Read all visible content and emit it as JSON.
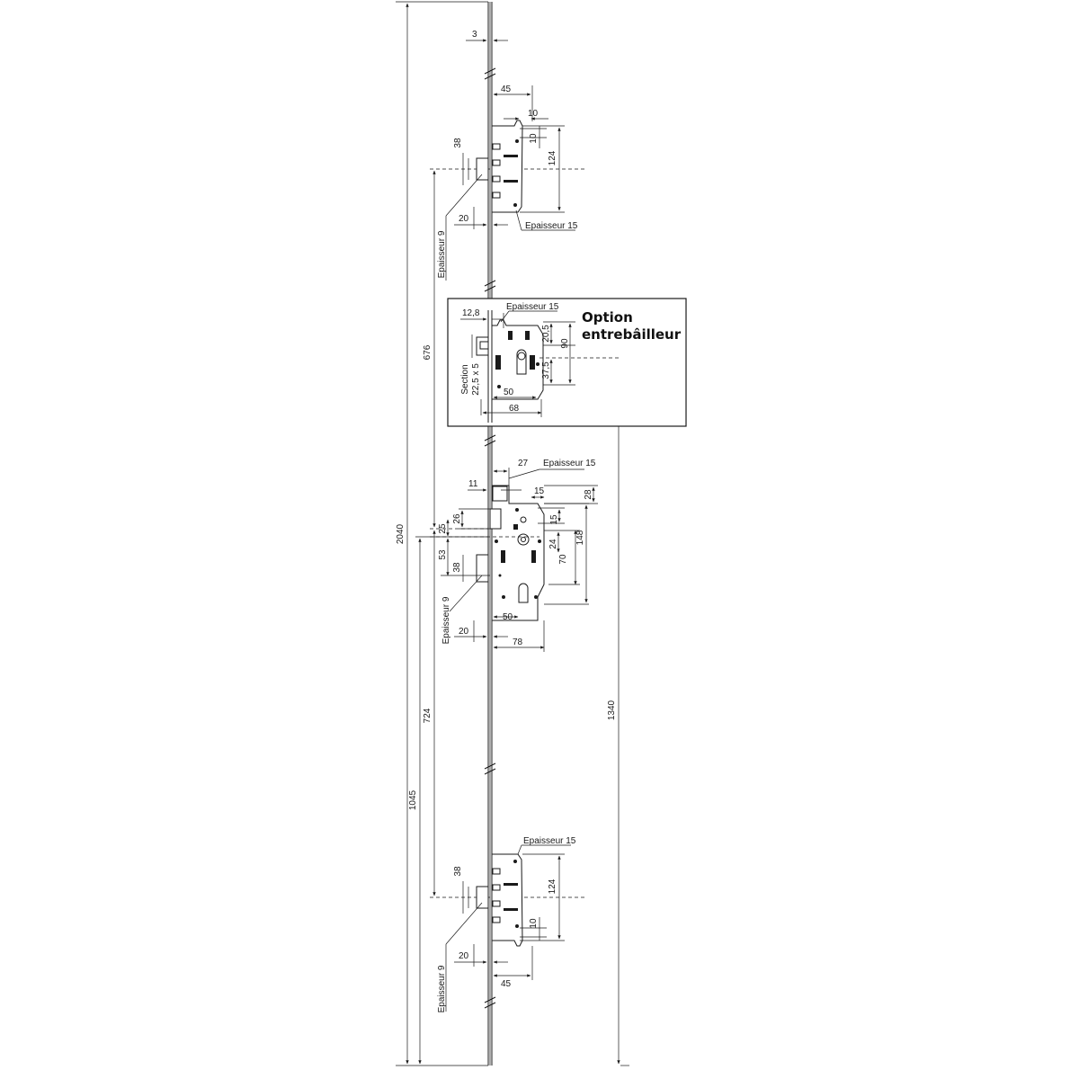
{
  "dims": {
    "d3": "3",
    "d45_top": "45",
    "d10_top_h": "10",
    "d10_top_v": "10",
    "d38_top": "38",
    "d124_top": "124",
    "d20_top": "20",
    "ep15_top": "Epaisseur 15",
    "ep9_top": "Epaisseur 9",
    "d676": "676",
    "d2040": "2040",
    "d12_8": "12,8",
    "ep15_opt": "Epaisseur 15",
    "d20_5": "20,5",
    "d90": "90",
    "d37_5": "37,5",
    "section1": "Section",
    "section2": "22,5 x 5",
    "d50_opt": "50",
    "d68": "68",
    "d27": "27",
    "ep15_mid": "Epaisseur 15",
    "d11": "11",
    "d15_h": "15",
    "d28": "28",
    "d26": "26",
    "d15_v": "15",
    "d25": "25",
    "d24": "24",
    "d148": "148",
    "d53": "53",
    "d38_mid": "38",
    "d70": "70",
    "ep9_mid": "Epaisseur 9",
    "d50_mid": "50",
    "d20_mid": "20",
    "d78": "78",
    "d724": "724",
    "d1340": "1340",
    "d1045": "1045",
    "ep15_bot": "Epaisseur 15",
    "d38_bot": "38",
    "d124_bot": "124",
    "d10_bot": "10",
    "d20_bot": "20",
    "d45_bot": "45",
    "ep9_bot": "Epaisseur 9"
  },
  "option": {
    "title_line1": "Option",
    "title_line2": "entrebâilleur"
  }
}
